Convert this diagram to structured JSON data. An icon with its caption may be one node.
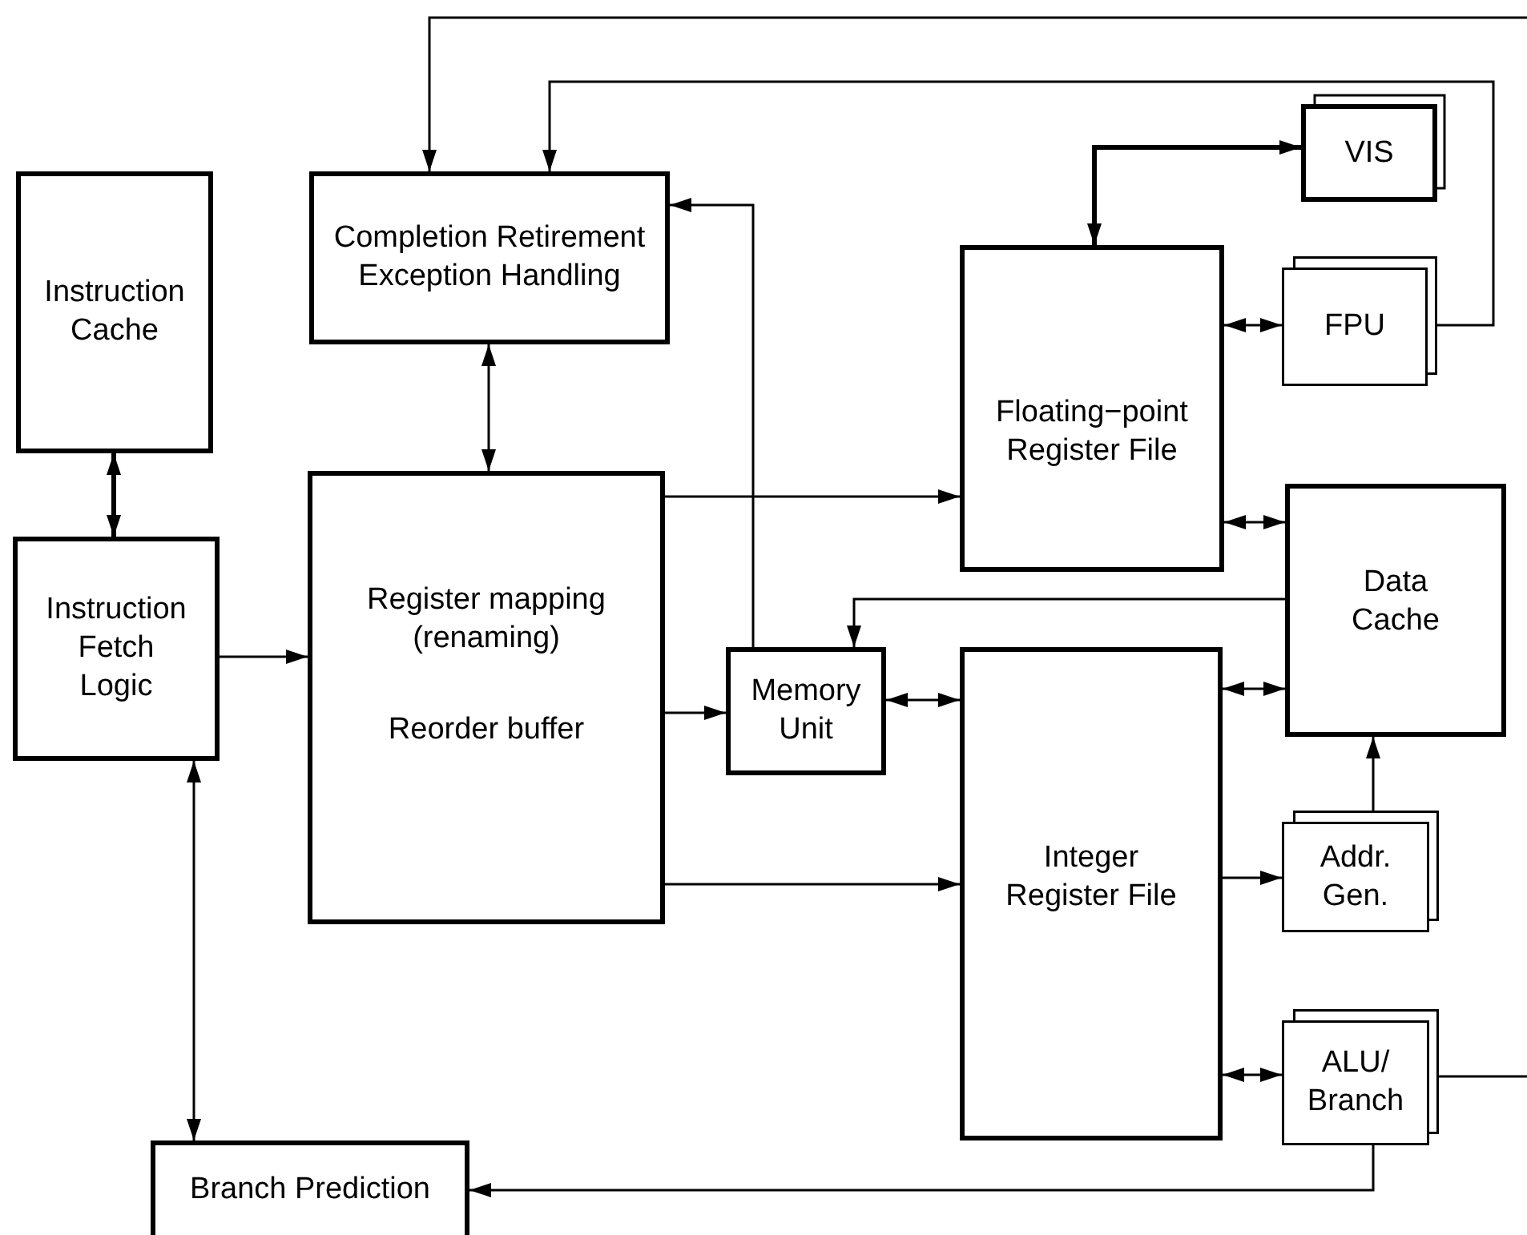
{
  "diagram": {
    "nodes": [
      {
        "text": [
          "Instruction Cache"
        ]
      },
      {
        "text": [
          "Instruction Fetch Logic"
        ]
      },
      {
        "text": [
          "Completion Retirement Exception Handling"
        ]
      },
      {
        "text": [
          "Register mapping (renaming)",
          "Reorder buffer"
        ]
      },
      {
        "text": [
          "Memory Unit"
        ]
      },
      {
        "text": [
          "Floating−point Register File"
        ]
      },
      {
        "text": [
          "VIS"
        ]
      },
      {
        "text": [
          "FPU"
        ]
      },
      {
        "text": [
          "Data Cache"
        ]
      },
      {
        "text": [
          "Integer Register File"
        ]
      },
      {
        "text": [
          "Addr. Gen."
        ]
      },
      {
        "text": [
          "ALU/ Branch"
        ]
      },
      {
        "text": [
          "Branch Prediction"
        ]
      }
    ],
    "edges": [
      {
        "from": 0,
        "to": 1,
        "arrow": "both",
        "style": "thick"
      },
      {
        "from": 1,
        "to": 3,
        "arrow": "to"
      },
      {
        "from": 3,
        "to": 5,
        "arrow": "to"
      },
      {
        "from": 3,
        "to": 4,
        "arrow": "to"
      },
      {
        "from": 3,
        "to": 9,
        "arrow": "to"
      },
      {
        "from": 2,
        "to": 3,
        "arrow": "both"
      },
      {
        "from": 4,
        "to": 2,
        "arrow": "to"
      },
      {
        "from": 5,
        "to": 6,
        "arrow": "both",
        "style": "thick"
      },
      {
        "from": 5,
        "to": 7,
        "arrow": "both"
      },
      {
        "from": 7,
        "to": 2,
        "arrow": "to"
      },
      {
        "from": null,
        "to": 2,
        "arrow": "to"
      },
      {
        "from": 5,
        "to": 8,
        "arrow": "both"
      },
      {
        "from": 8,
        "to": 4,
        "arrow": "to"
      },
      {
        "from": 4,
        "to": 9,
        "arrow": "both"
      },
      {
        "from": 9,
        "to": 8,
        "arrow": "both"
      },
      {
        "from": 9,
        "to": 10,
        "arrow": "to"
      },
      {
        "from": 10,
        "to": 8,
        "arrow": "to"
      },
      {
        "from": 9,
        "to": 11,
        "arrow": "both"
      },
      {
        "from": 11,
        "to": 12,
        "arrow": "to"
      },
      {
        "from": 11,
        "to": null,
        "arrow": "none"
      },
      {
        "from": 1,
        "to": 12,
        "arrow": "both"
      }
    ]
  }
}
